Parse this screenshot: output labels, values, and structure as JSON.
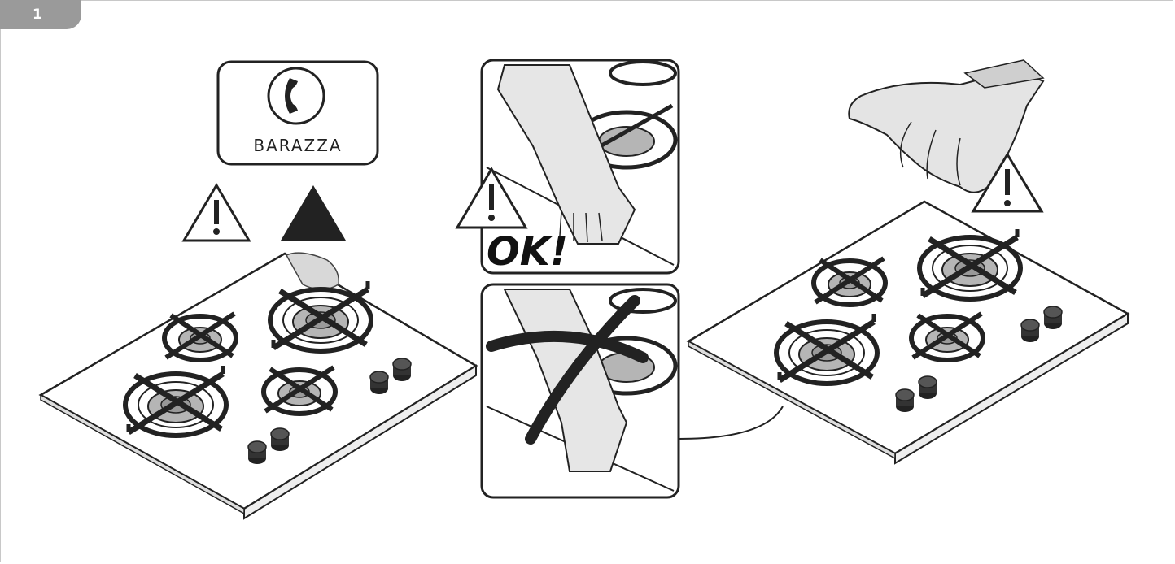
{
  "step": {
    "number": "1"
  },
  "brand_plate": {
    "text": "BARAZZA",
    "icon": "phone-handset-icon"
  },
  "warning_symbols": [
    "warning-triangle-outline",
    "warning-triangle-filled"
  ],
  "panels": {
    "ok_caption": "OK!"
  },
  "colors": {
    "ink": "#222222",
    "tab": "#9a9a9a",
    "frame": "#c8c8c8",
    "burner_grey": "#b5b5b5"
  }
}
